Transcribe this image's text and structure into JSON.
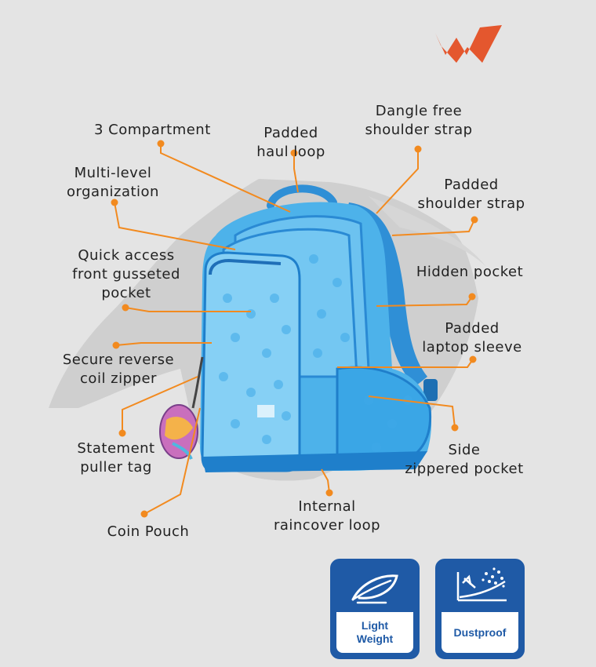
{
  "brand": {
    "logo": "W",
    "logo_color": "#e4572e"
  },
  "colors": {
    "leader": "#f28a1f",
    "backpack": "#3aa6e6",
    "badge": "#1f5aa6"
  },
  "labels": [
    {
      "id": "three-compartment",
      "lines": [
        "3 Compartment"
      ]
    },
    {
      "id": "padded-haul-loop",
      "lines": [
        "Padded",
        "haul loop"
      ]
    },
    {
      "id": "dangle-free-shoulder-strap",
      "lines": [
        "Dangle free",
        "shoulder strap"
      ]
    },
    {
      "id": "multi-level-organization",
      "lines": [
        "Multi-level",
        "organization"
      ]
    },
    {
      "id": "padded-shoulder-strap",
      "lines": [
        "Padded",
        "shoulder strap"
      ]
    },
    {
      "id": "quick-access-front-pocket",
      "lines": [
        "Quick access",
        "front gusseted",
        "pocket"
      ]
    },
    {
      "id": "hidden-pocket",
      "lines": [
        "Hidden pocket"
      ]
    },
    {
      "id": "padded-laptop-sleeve",
      "lines": [
        "Padded",
        "laptop sleeve"
      ]
    },
    {
      "id": "secure-reverse-coil-zipper",
      "lines": [
        "Secure reverse",
        "coil zipper"
      ]
    },
    {
      "id": "side-zippered-pocket",
      "lines": [
        "Side",
        "zippered pocket"
      ]
    },
    {
      "id": "statement-puller-tag",
      "lines": [
        "Statement",
        "puller tag"
      ]
    },
    {
      "id": "internal-raincover-loop",
      "lines": [
        "Internal",
        "raincover loop"
      ]
    },
    {
      "id": "coin-pouch",
      "lines": [
        "Coin Pouch"
      ]
    }
  ],
  "badges": [
    {
      "id": "light-weight",
      "icon": "feather-icon",
      "lines": [
        "Light",
        "Weight"
      ]
    },
    {
      "id": "dustproof",
      "icon": "dust-icon",
      "lines": [
        "Dustproof"
      ]
    }
  ]
}
